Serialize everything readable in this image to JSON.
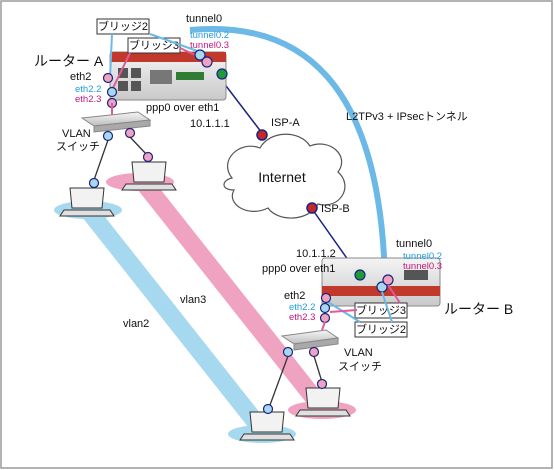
{
  "colors": {
    "frame": "#9a9a9a",
    "tunnel_blue": "#6cb8e6",
    "vlan2_blue": "#a6d9ef",
    "vlan3_pink": "#f0a3c0",
    "magenta": "#c2187a",
    "cyan": "#1e9be0",
    "green": "#1f9a3a",
    "navy_node": "#1a237e",
    "red_node": "#c62828"
  },
  "router_a": {
    "name": "ルーター A",
    "eth2": "eth2",
    "eth2_2": "eth2.2",
    "eth2_3": "eth2.3",
    "bridge2": "ブリッジ2",
    "bridge3": "ブリッジ3",
    "tunnel0": "tunnel0",
    "tunnel0_2": "tunnel0.2",
    "tunnel0_3": "tunnel0.3",
    "ppp0": "ppp0 over eth1",
    "ip": "10.1.1.1",
    "isp": "ISP-A",
    "vlan_switch_line1": "VLAN",
    "vlan_switch_line2": "スイッチ"
  },
  "router_b": {
    "name": "ルーター B",
    "eth2": "eth2",
    "eth2_2": "eth2.2",
    "eth2_3": "eth2.3",
    "bridge2": "ブリッジ2",
    "bridge3": "ブリッジ3",
    "tunnel0": "tunnel0",
    "tunnel0_2": "tunnel0.2",
    "tunnel0_3": "tunnel0.3",
    "ppp0": "ppp0 over eth1",
    "ip": "10.1.1.2",
    "isp": "ISP-B",
    "vlan_switch_line1": "VLAN",
    "vlan_switch_line2": "スイッチ"
  },
  "internet": "Internet",
  "tunnel_label": "L2TPv3 + IPsecトンネル",
  "vlan2": "vlan2",
  "vlan3": "vlan3"
}
